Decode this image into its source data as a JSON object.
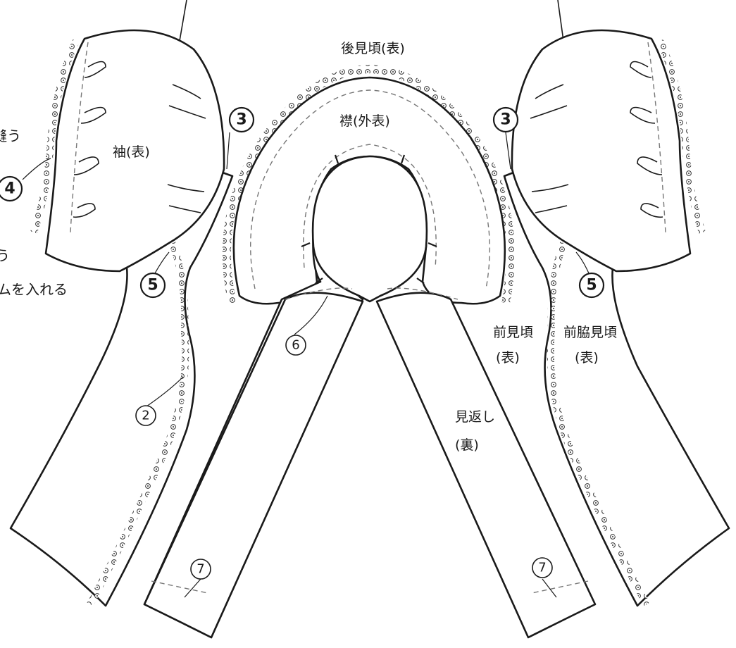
{
  "labels": {
    "back_bodice": "後見頃(表)",
    "collar": "襟(外表)",
    "sleeve": "袖(表)",
    "front_bodice": "前見頃",
    "front_bodice_side": "(表)",
    "side_front": "前脇見頃",
    "side_front_side": "(表)",
    "facing": "見返し",
    "facing_side": "(裏)"
  },
  "side_notes": {
    "sew": "縫う",
    "u": "う",
    "elastic": "ムを入れる"
  },
  "steps": {
    "s2": "2",
    "s3_left": "3",
    "s3_right": "3",
    "s4": "4",
    "s5_left": "5",
    "s5_right": "5",
    "s6": "6",
    "s7_left": "7",
    "s7_right": "7"
  }
}
